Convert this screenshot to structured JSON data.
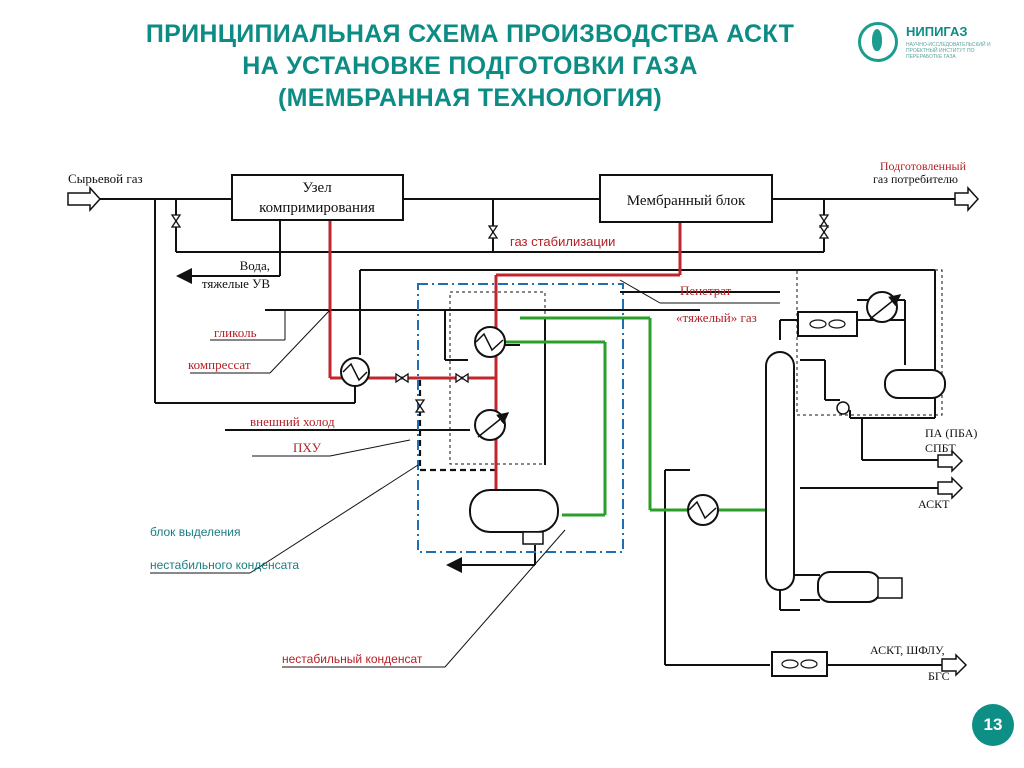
{
  "title": {
    "line1": "ПРИНЦИПИАЛЬНАЯ СХЕМА ПРОИЗВОДСТВА АСКТ",
    "line2": "НА УСТАНОВКЕ ПОДГОТОВКИ ГАЗА",
    "line3": "(МЕМБРАННАЯ ТЕХНОЛОГИЯ)"
  },
  "logo": {
    "name": "НИПИГАЗ",
    "subtitle": "НАУЧНО-ИССЛЕДОВАТЕЛЬСКИЙ И ПРОЕКТНЫЙ ИНСТИТУТ ПО ПЕРЕРАБОТКЕ ГАЗА"
  },
  "page_number": "13",
  "diagram": {
    "labels": {
      "raw_gas": "Сырьевой газ",
      "treated_gas_1": "Подготовленный",
      "treated_gas_2": "газ потребителю",
      "compression_1": "Узел",
      "compression_2": "компримирования",
      "membrane": "Мембранный блок",
      "water_1": "Вода,",
      "water_2": "тяжелые УВ",
      "stab_gas": "газ стабилизации",
      "permeate": "Пенетрат",
      "heavy_gas": "«тяжелый» газ",
      "glycol": "гликоль",
      "compressate": "компрессат",
      "ext_cold": "внешний холод",
      "pkhu": "ПХУ",
      "pa_pba": "ПА (ПБА)",
      "spbt": "СПБТ",
      "askt": "АСКТ",
      "block_sep_1": "блок выделения",
      "block_sep_2": "нестабильного конденсата",
      "unstable_cond": "нестабильный конденсат",
      "askt_shflu": "АСКТ, ШФЛУ,",
      "bgs": "БГС"
    },
    "colors": {
      "line": "#111111",
      "hot": "#c0272d",
      "green": "#2aa02a",
      "blue_box": "#1f6fb5",
      "red_label": "#b32025",
      "teal_label": "#1a7d82"
    }
  }
}
